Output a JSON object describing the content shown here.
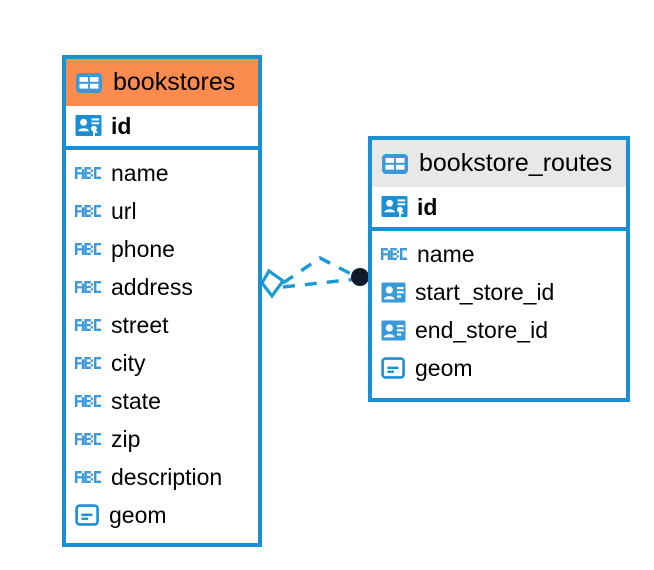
{
  "diagram": {
    "type": "entity-relationship-diagram",
    "background": "#ffffff",
    "colors": {
      "border": "#1a8fd4",
      "header_accent": "#fc8b4f",
      "header_muted": "#e8e8e8",
      "icon_blue": "#3a9ad9",
      "connector": "#1a9ad4",
      "endpoint_dot": "#101a2b",
      "text": "#000000"
    },
    "entities": [
      {
        "id": "bookstores",
        "title": "bookstores",
        "header_style": "accent",
        "icon": "table-icon",
        "primary_key": {
          "label": "id",
          "icon": "primary-key-icon",
          "type": "key"
        },
        "fields": [
          {
            "label": "name",
            "icon": "abc-icon",
            "type": "text"
          },
          {
            "label": "url",
            "icon": "abc-icon",
            "type": "text"
          },
          {
            "label": "phone",
            "icon": "abc-icon",
            "type": "text"
          },
          {
            "label": "address",
            "icon": "abc-icon",
            "type": "text"
          },
          {
            "label": "street",
            "icon": "abc-icon",
            "type": "text"
          },
          {
            "label": "city",
            "icon": "abc-icon",
            "type": "text"
          },
          {
            "label": "state",
            "icon": "abc-icon",
            "type": "text"
          },
          {
            "label": "zip",
            "icon": "abc-icon",
            "type": "text"
          },
          {
            "label": "description",
            "icon": "abc-icon",
            "type": "text"
          },
          {
            "label": "geom",
            "icon": "geometry-icon",
            "type": "geometry"
          }
        ]
      },
      {
        "id": "bookstore_routes",
        "title": "bookstore_routes",
        "header_style": "muted",
        "icon": "table-icon",
        "primary_key": {
          "label": "id",
          "icon": "primary-key-icon",
          "type": "key"
        },
        "fields": [
          {
            "label": "name",
            "icon": "abc-icon",
            "type": "text"
          },
          {
            "label": "start_store_id",
            "icon": "foreign-key-icon",
            "type": "reference"
          },
          {
            "label": "end_store_id",
            "icon": "foreign-key-icon",
            "type": "reference"
          },
          {
            "label": "geom",
            "icon": "geometry-icon",
            "type": "geometry"
          }
        ]
      }
    ],
    "relationships": [
      {
        "id": "bookstores-to-routes",
        "from": "bookstores",
        "to": "bookstore_routes",
        "line_style": "dashed",
        "source_marker": "diamond-marker",
        "target_marker": "filled-circle-marker",
        "branches": 2
      }
    ]
  }
}
